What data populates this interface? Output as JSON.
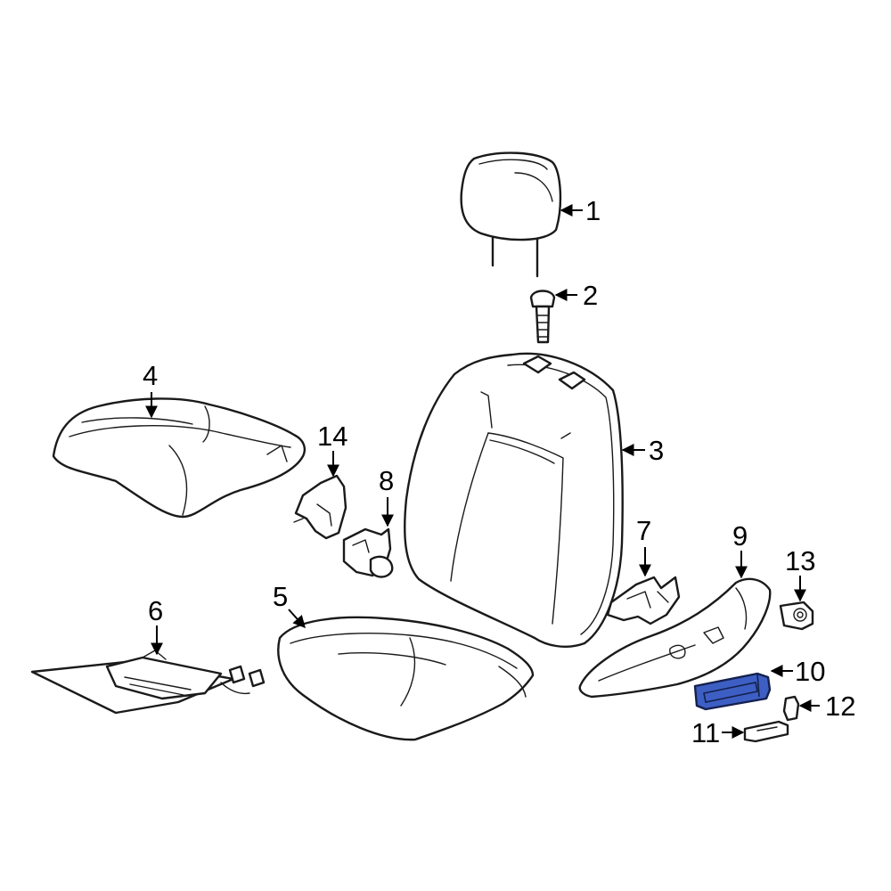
{
  "diagram": {
    "highlight_color": "#3d5fc4",
    "line_color": "#1a1a1a",
    "background_color": "#ffffff",
    "callouts": [
      {
        "id": "c1",
        "label": "1"
      },
      {
        "id": "c2",
        "label": "2"
      },
      {
        "id": "c3",
        "label": "3"
      },
      {
        "id": "c4",
        "label": "4"
      },
      {
        "id": "c5",
        "label": "5"
      },
      {
        "id": "c6",
        "label": "6"
      },
      {
        "id": "c7",
        "label": "7"
      },
      {
        "id": "c8",
        "label": "8"
      },
      {
        "id": "c9",
        "label": "9"
      },
      {
        "id": "c10",
        "label": "10",
        "highlighted": true
      },
      {
        "id": "c11",
        "label": "11"
      },
      {
        "id": "c12",
        "label": "12"
      },
      {
        "id": "c13",
        "label": "13"
      },
      {
        "id": "c14",
        "label": "14"
      }
    ]
  }
}
